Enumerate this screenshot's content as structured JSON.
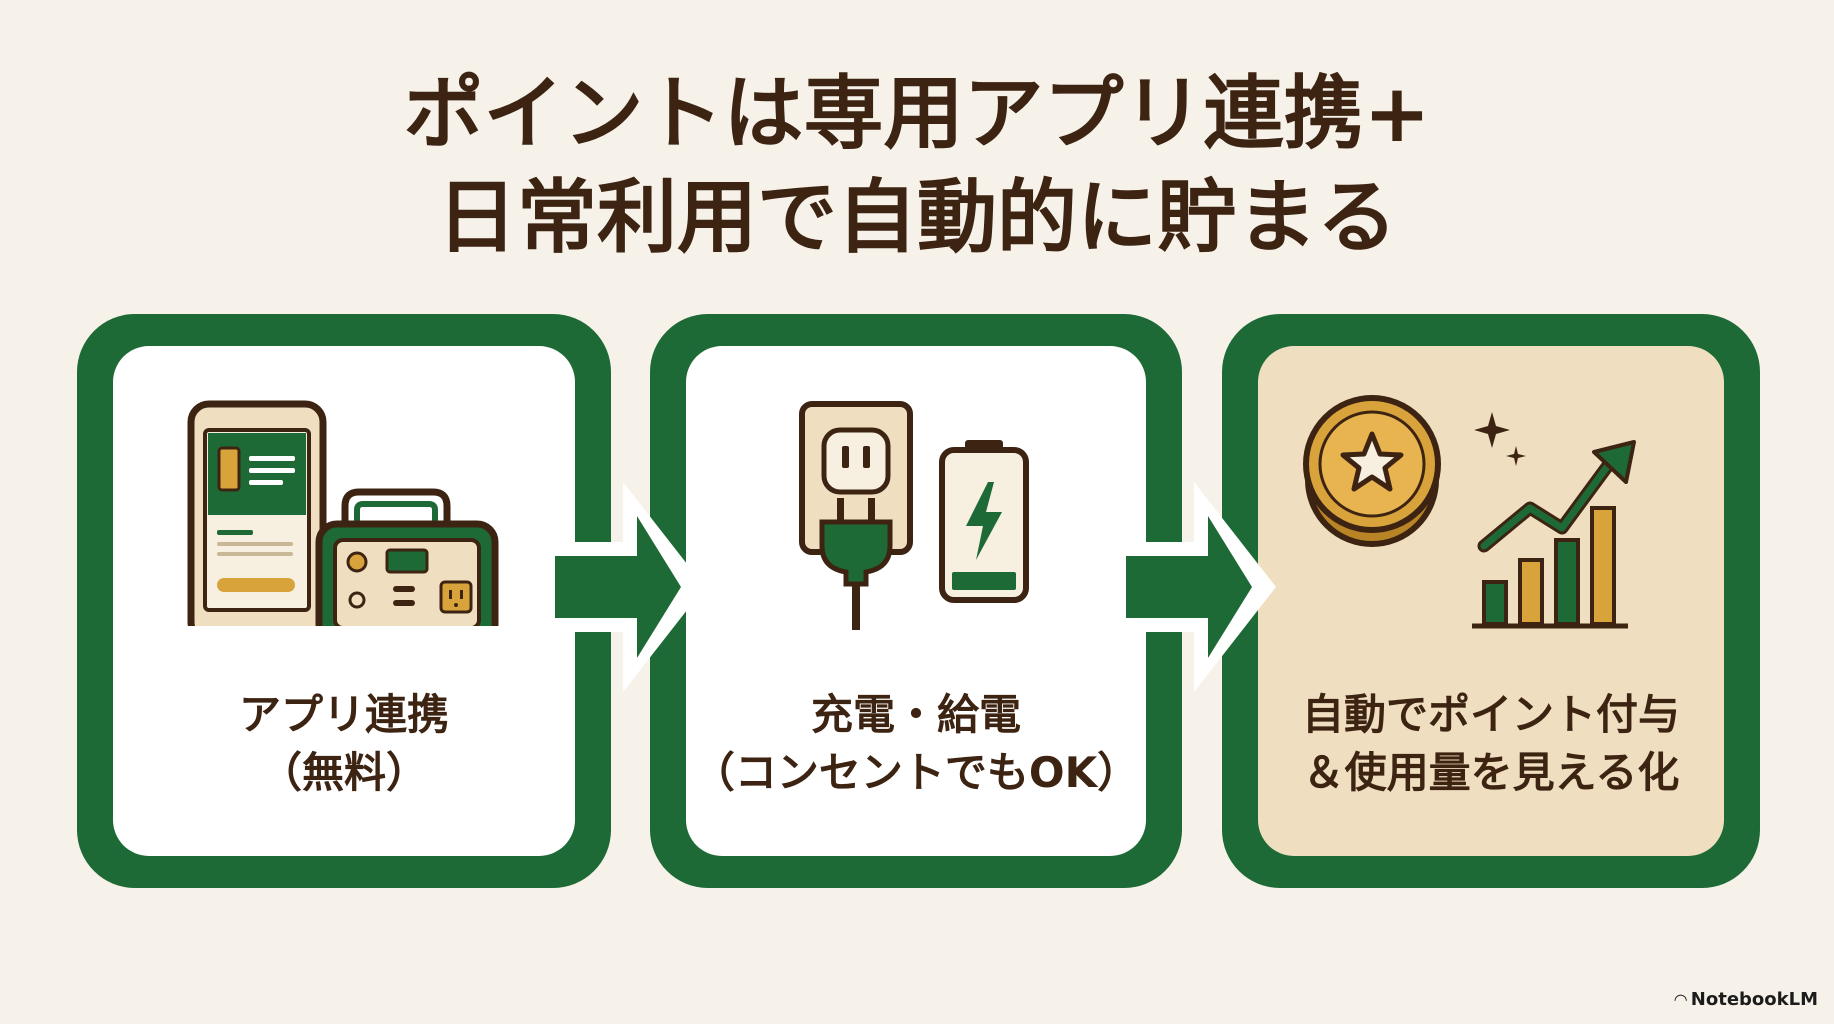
{
  "title": {
    "line1": "ポイントは専用アプリ連携+",
    "line2": "日常利用で自動的に貯まる"
  },
  "steps": [
    {
      "line1": "アプリ連携",
      "line2": "（無料）",
      "icons": [
        "smartphone-app-icon",
        "portable-power-station-icon"
      ]
    },
    {
      "line1": "充電・給電",
      "line2": "（コンセントでもOK）",
      "icons": [
        "wall-outlet-icon",
        "plug-icon",
        "battery-charging-icon"
      ]
    },
    {
      "line1": "自動でポイント付与",
      "line2": "＆使用量を見える化",
      "icons": [
        "star-coin-icon",
        "sparkle-icon",
        "growth-bar-chart-icon"
      ]
    }
  ],
  "flow_arrows": [
    "arrow-right-icon",
    "arrow-right-icon"
  ],
  "brand": {
    "name": "NotebookLM",
    "icon": "notebooklm-logo-icon"
  },
  "colors": {
    "background": "#f6f2ea",
    "primary_green": "#1e6a36",
    "dark_brown": "#3d2412",
    "gold": "#d9a33b",
    "tan_card": "#efdfc0"
  }
}
